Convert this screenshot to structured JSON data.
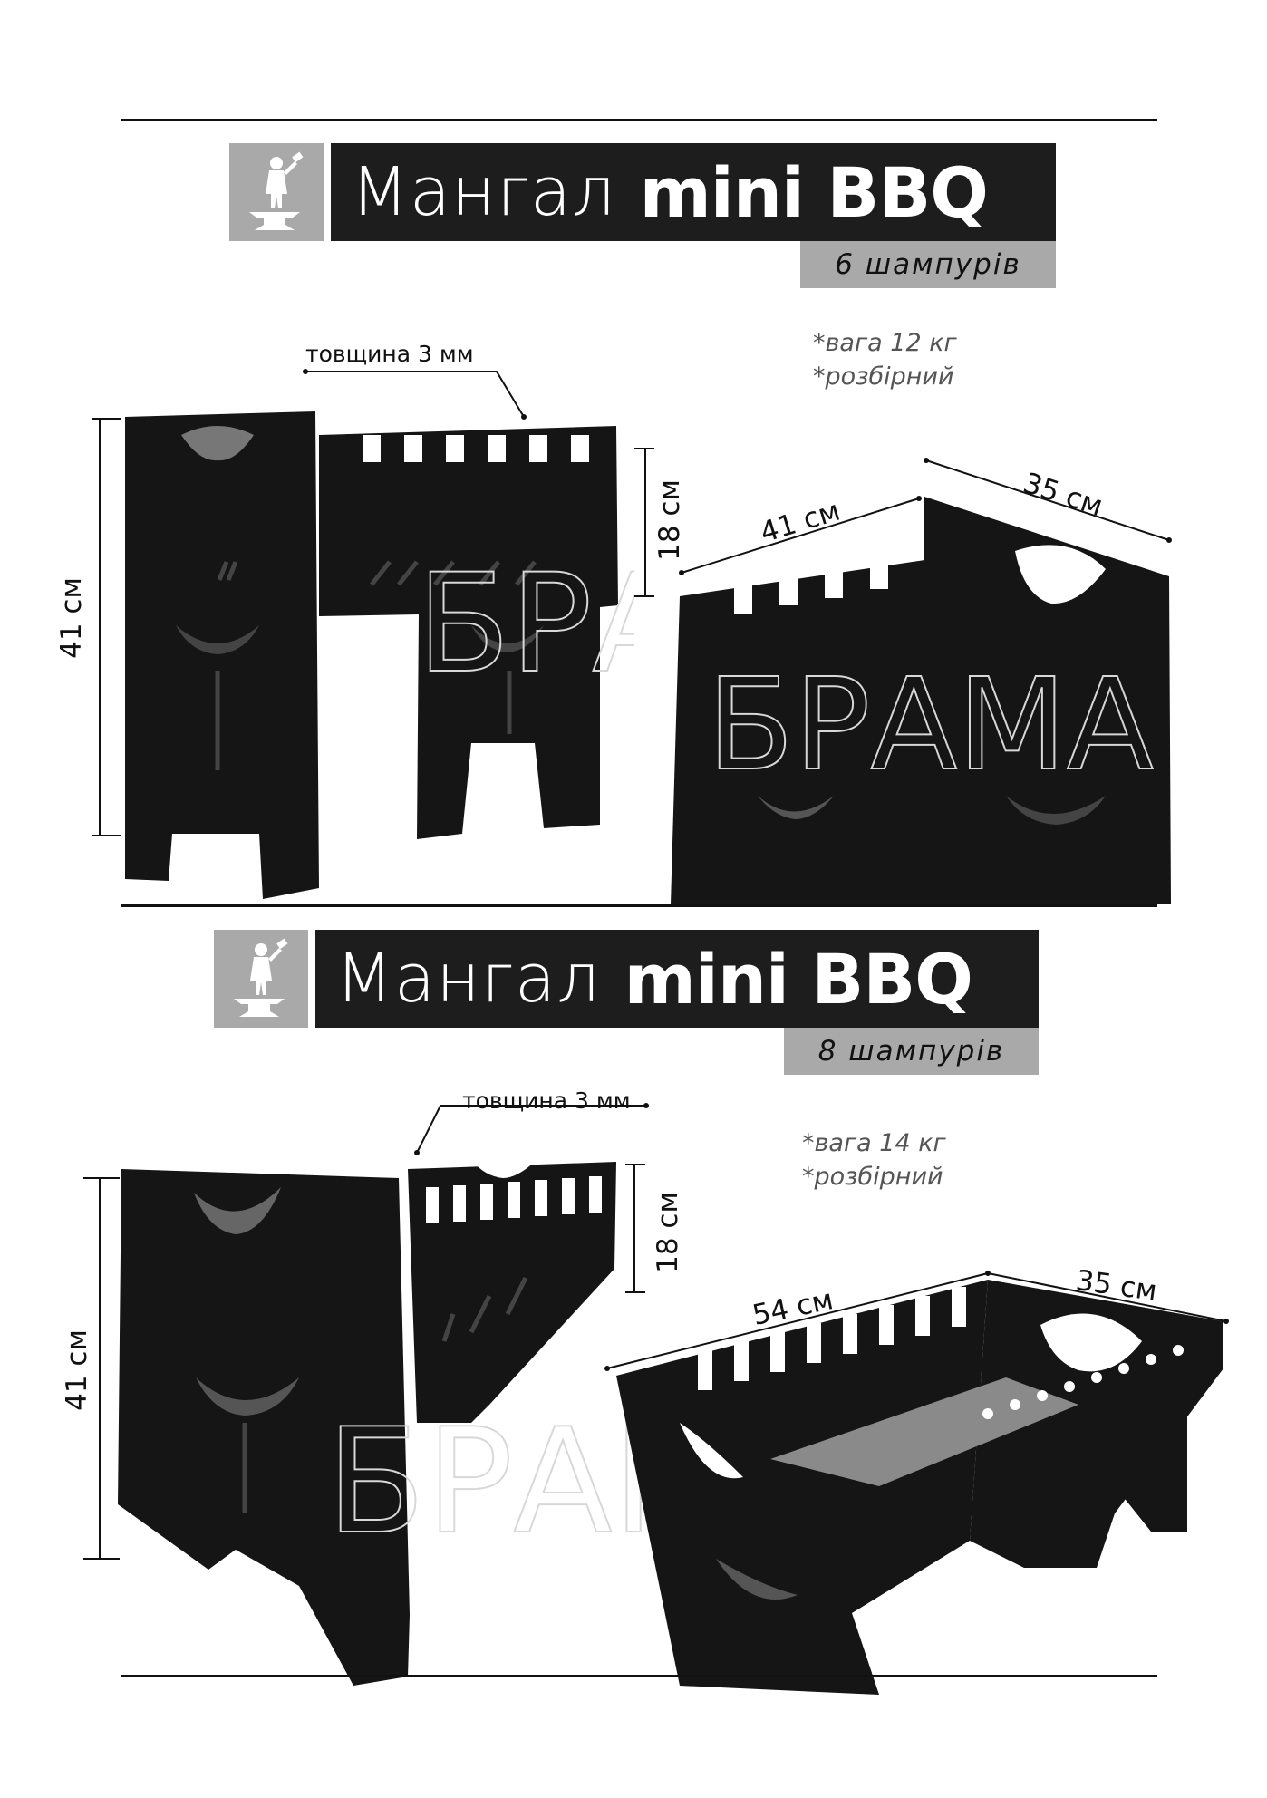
{
  "sections": [
    {
      "title_light": "Мангал",
      "title_bold": "mini BBQ",
      "subtitle": "6 шампурів",
      "notes": [
        "*вага 12 кг",
        "*розбірний"
      ],
      "thickness_label": "товщина 3 мм",
      "dims": {
        "height": "41 см",
        "inner_height": "18 см",
        "length": "41 см",
        "width": "35 см"
      }
    },
    {
      "title_light": "Мангал",
      "title_bold": "mini BBQ",
      "subtitle": "8 шампурів",
      "notes": [
        "*вага 14 кг",
        "*розбірний"
      ],
      "thickness_label": "товщина 3 мм",
      "dims": {
        "height": "41 см",
        "inner_height": "18 см",
        "length": "54 см",
        "width": "35 см"
      }
    }
  ],
  "watermark": "БРАМА",
  "colors": {
    "bar_dark": "#1d1d1d",
    "bar_grey": "#a9a9a9",
    "metal": "#141414"
  },
  "icons": [
    "blacksmith-logo-icon"
  ]
}
